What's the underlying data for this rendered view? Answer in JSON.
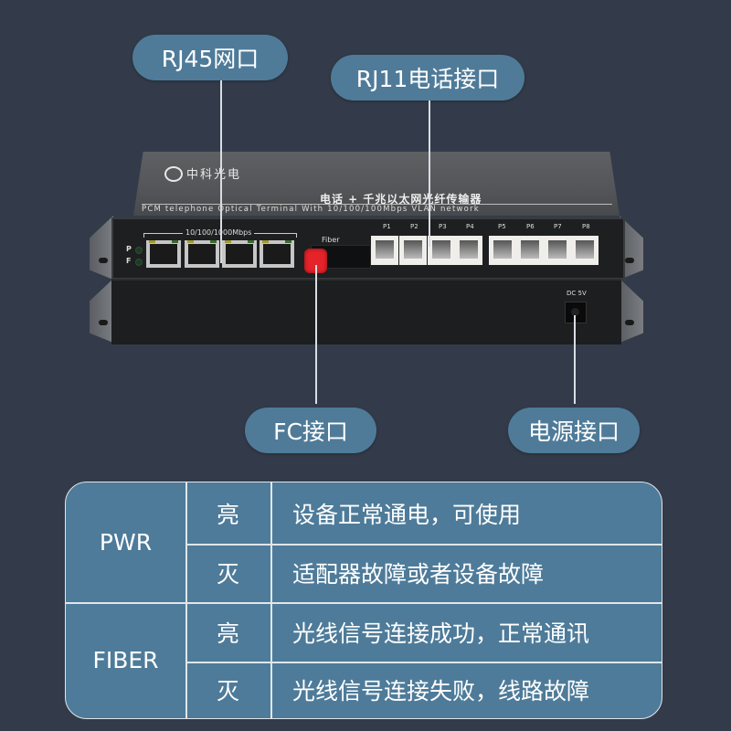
{
  "callouts": {
    "rj45": "RJ45网口",
    "rj11": "RJ11电话接口",
    "fc": "FC接口",
    "power": "电源接口"
  },
  "device": {
    "brand": "中科光电",
    "cn_title": "电话 + 千兆以太网光纤传输器",
    "en_title": "PCM telephone Optical Terminal With 10/100/100Mbps VLAN network",
    "speed_label": "10/100/1000Mbps",
    "led_labels": [
      "P",
      "F"
    ],
    "fiber_label": "Fiber",
    "phone_ports": [
      "P1",
      "P2",
      "P3",
      "P4",
      "P5",
      "P6",
      "P7",
      "P8"
    ],
    "dc_label": "DC 5V"
  },
  "status_table": {
    "groups": [
      {
        "indicator": "PWR",
        "rows": [
          {
            "state": "亮",
            "meaning": "设备正常通电，可使用"
          },
          {
            "state": "灭",
            "meaning": "适配器故障或者设备故障"
          }
        ]
      },
      {
        "indicator": "FIBER",
        "rows": [
          {
            "state": "亮",
            "meaning": "光线信号连接成功，正常通讯"
          },
          {
            "state": "灭",
            "meaning": "光线信号连接失败，线路故障"
          }
        ]
      }
    ]
  },
  "colors": {
    "background": "#333b4a",
    "pill": "#4f7b99",
    "fc_connector": "#e5232a"
  }
}
